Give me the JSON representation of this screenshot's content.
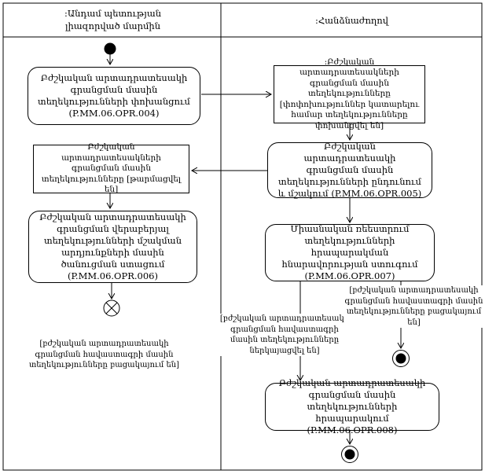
{
  "lanes": {
    "left_title": ":Անդամ պետության լիազորված մարմին",
    "right_title": ":Հանձնաժողով"
  },
  "actions": {
    "transfer_004": "Բժշկական արտադրատեսակի գրանցման մասին տեղեկությունների փոխանցում (P.MM.06.OPR.004)",
    "receive_process_005": "Բժշկական արտադրատեսակի գրանցման մասին տեղեկությունների ընդունում և մշակում (P.MM.06.OPR.005)",
    "receive_notice_006": "Բժշկական արտադրատեսակի գրանցման վերաբերյալ տեղեկությունների մշակման արդյունքների մասին ծանուցման ստացում (P.MM.06.OPR.006)",
    "check_publish_007": "Միասնական ռեեստրում տեղեկությունների հրապարակման հնարավորության ստուգում (P.MM.06.OPR.007)",
    "publish_008": "Բժշկական արտադրատեսակի գրանցման մասին տեղեկությունների հրապարակում (P.MM.06.OPR.008)"
  },
  "objects": {
    "info_transferred": ":Բժշկական արտադրատեսակների գրանցման մասին տեղեկությունները [փոփոխություններ կատարելու համար տեղեկությունները փոխանցվել են]",
    "info_updated": "Բժշկական արտադրատեսակների գրանցման մասին տեղեկությունները [թարմացվել են]"
  },
  "guards": {
    "certificate_missing_left": "[բժշկական արտադրատեսակի գրանցման հավաստագրի մասին տեղեկությունները բացակայում են]",
    "certificate_submitted": "[բժշկական արտադրատեսակի գրանցման հավաստագրի մասին տեղեկությունները ներկայացվել են]",
    "certificate_missing_right": "[բժշկական արտադրատեսակի գրանցման հավաստագրի մասին տեղեկությունները բացակայում են]"
  },
  "colors": {
    "line": "#000000",
    "background": "#ffffff"
  }
}
